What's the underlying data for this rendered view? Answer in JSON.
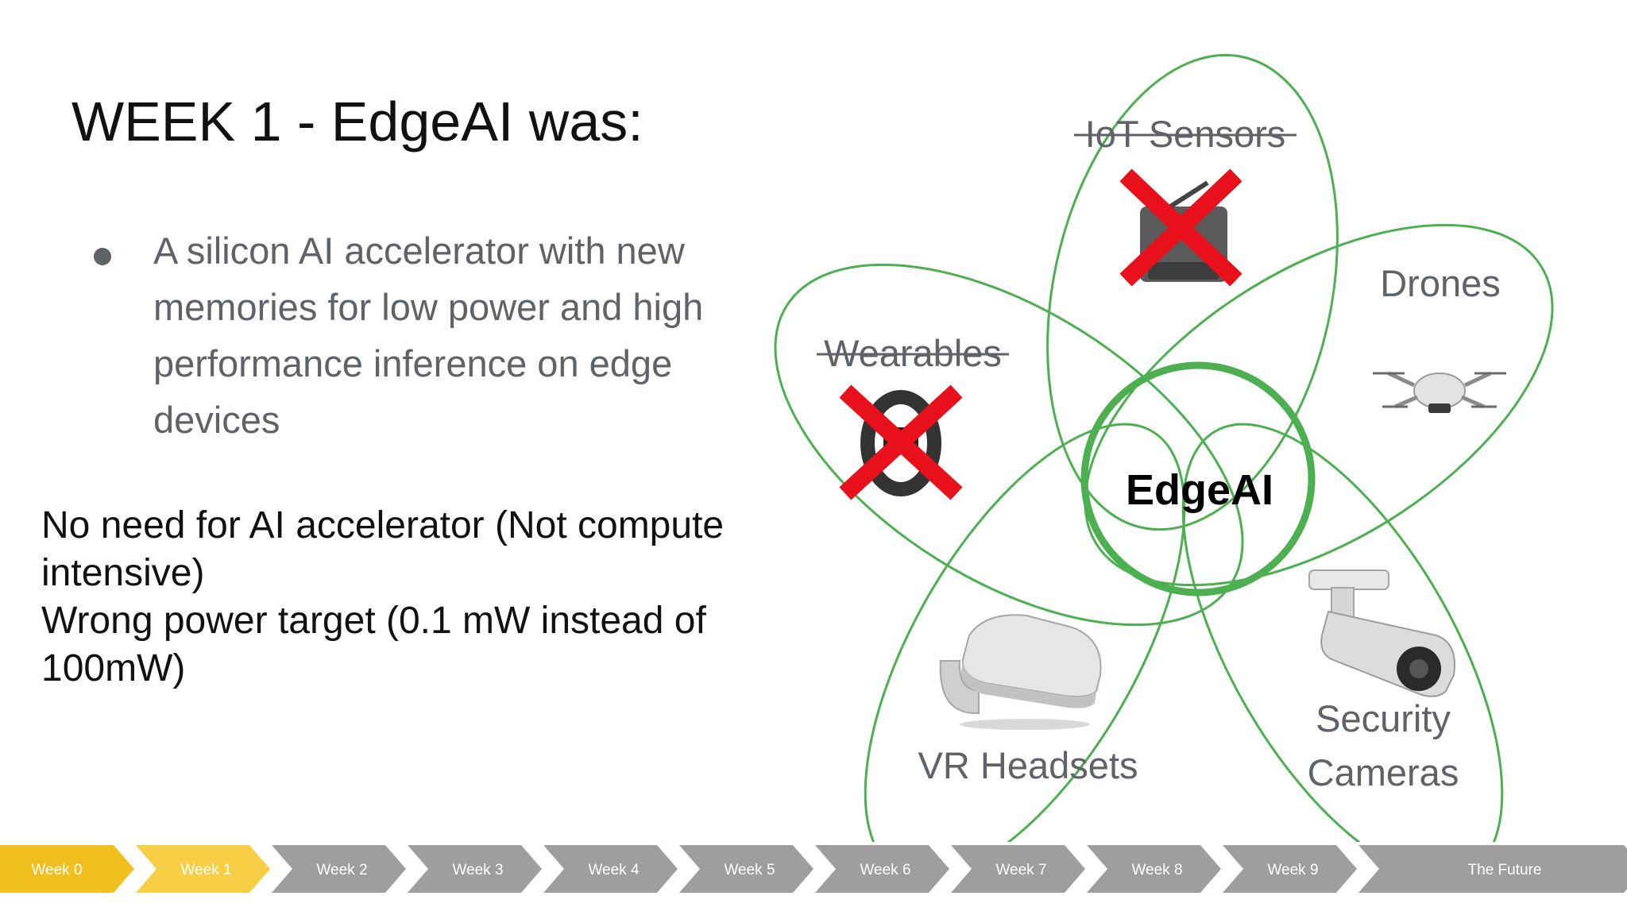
{
  "slide": {
    "title": "WEEK 1 - EdgeAI was:",
    "bullet": "A silicon AI accelerator with new memories for low power and high performance inference on edge devices",
    "notes": [
      "No need for AI accelerator (Not compute intensive)",
      "Wrong power target (0.1 mW instead of 100mW)"
    ]
  },
  "diagram": {
    "center_label": "EdgeAI",
    "petals": {
      "iot_sensors": {
        "label": "IoT Sensors",
        "crossed_out": true
      },
      "drones": {
        "label": "Drones",
        "crossed_out": false
      },
      "wearables": {
        "label": "Wearables",
        "crossed_out": true
      },
      "security_cameras": {
        "label_line1": "Security",
        "label_line2": "Cameras",
        "crossed_out": false
      },
      "vr_headsets": {
        "label": "VR Headsets",
        "crossed_out": false
      }
    },
    "colors": {
      "outline_green": "#4caf50",
      "cross_red": "#e8101a",
      "label_gray": "#5f6368"
    }
  },
  "timeline": {
    "current_index": 1,
    "colors": {
      "past": "#f2c01e",
      "current": "#f7cf45",
      "future": "#9e9e9e"
    },
    "steps": [
      {
        "label": "Week 0"
      },
      {
        "label": "Week 1"
      },
      {
        "label": "Week 2"
      },
      {
        "label": "Week 3"
      },
      {
        "label": "Week 4"
      },
      {
        "label": "Week 5"
      },
      {
        "label": "Week 6"
      },
      {
        "label": "Week 7"
      },
      {
        "label": "Week 8"
      },
      {
        "label": "Week 9"
      },
      {
        "label": "The Future"
      }
    ]
  }
}
